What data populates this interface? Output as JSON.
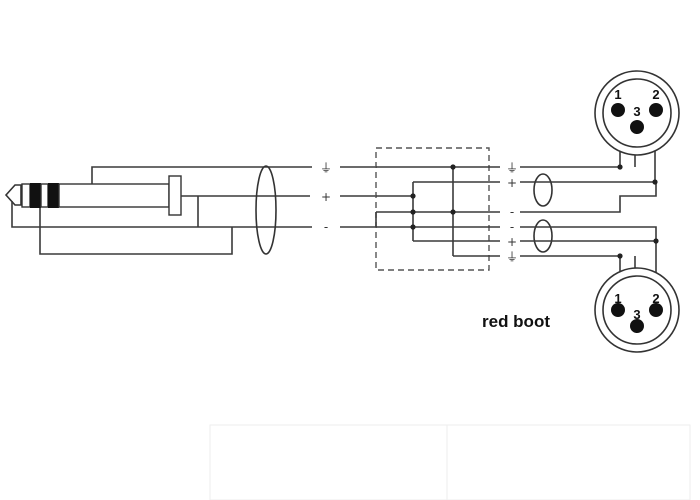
{
  "diagram": {
    "top_connector": {
      "pins": [
        "1",
        "2",
        "3"
      ]
    },
    "bottom_connector": {
      "pins": [
        "1",
        "2",
        "3"
      ],
      "boot_label": "red boot"
    },
    "signal_symbols": {
      "left": [
        "⏚",
        "+",
        "-"
      ],
      "right_top": [
        "⏚",
        "+",
        "-"
      ],
      "right_bottom": [
        "-",
        "+",
        "⏚"
      ]
    }
  }
}
